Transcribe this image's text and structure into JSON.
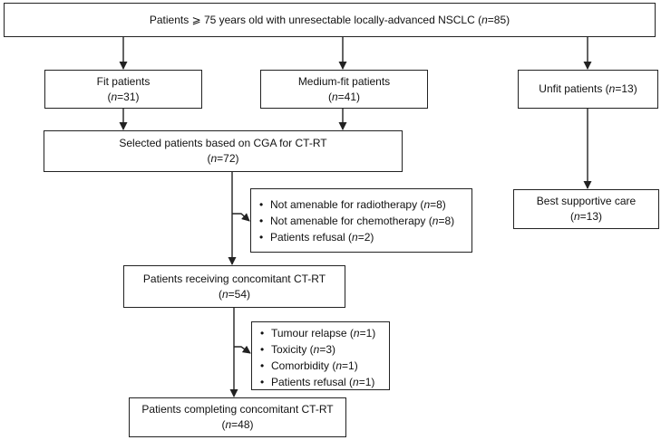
{
  "top": {
    "prefix": "Patients ⩾ 75 years old with unresectable locally-advanced NSCLC (",
    "n": "n",
    "count": "=85)"
  },
  "fit": {
    "title": "Fit patients",
    "open": "(",
    "n": "n",
    "count": "=31)"
  },
  "medium_fit": {
    "title": "Medium-fit patients",
    "open": "(",
    "n": "n",
    "count": "=41)"
  },
  "unfit": {
    "prefix": "Unfit patients (",
    "n": "n",
    "count": "=13)"
  },
  "selected": {
    "title": "Selected patients based on CGA for CT-RT",
    "open": "(",
    "n": "n",
    "count": "=72)"
  },
  "best_supportive": {
    "title": "Best supportive care",
    "open": "(",
    "n": "n",
    "count": "=13)"
  },
  "exclusions_1": [
    {
      "label": "Not amenable for radiotherapy (",
      "n": "n",
      "count": "=8)"
    },
    {
      "label": "Not amenable for chemotherapy (",
      "n": "n",
      "count": "=8)"
    },
    {
      "label": "Patients refusal (",
      "n": "n",
      "count": "=2)"
    }
  ],
  "receiving": {
    "title": "Patients receiving concomitant CT-RT",
    "open": "(",
    "n": "n",
    "count": "=54)"
  },
  "exclusions_2": [
    {
      "label": "Tumour relapse (",
      "n": "n",
      "count": "=1)"
    },
    {
      "label": "Toxicity (",
      "n": "n",
      "count": "=3)"
    },
    {
      "label": "Comorbidity (",
      "n": "n",
      "count": "=1)"
    },
    {
      "label": "Patients refusal (",
      "n": "n",
      "count": "=1)"
    }
  ],
  "completing": {
    "title": "Patients completing concomitant CT-RT",
    "open": "(",
    "n": "n",
    "count": "=48)"
  }
}
